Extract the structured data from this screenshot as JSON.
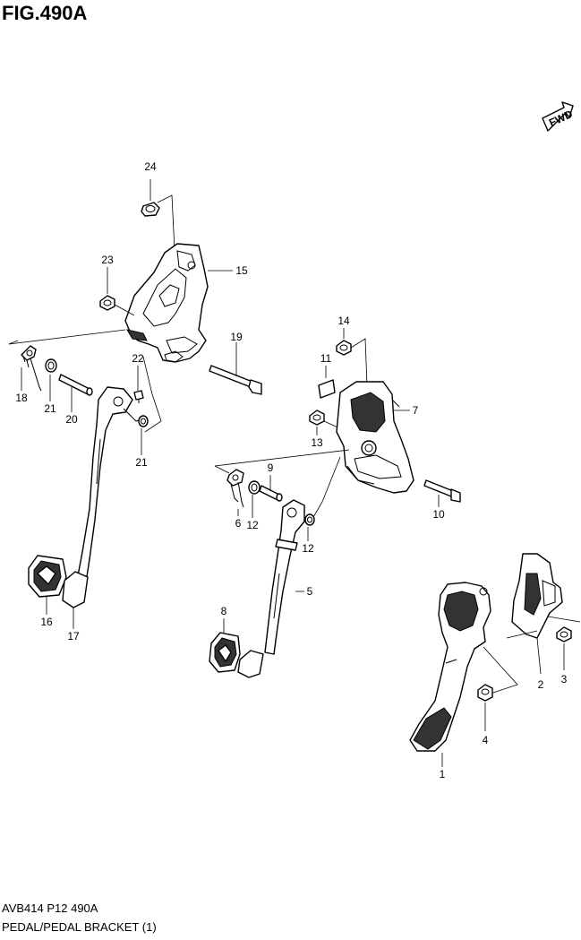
{
  "figure": {
    "title": "FIG.490A",
    "code": "AVB414 P12 490A",
    "name": "PEDAL/PEDAL BRACKET (1)"
  },
  "fwd_badge": "FWD",
  "callouts": [
    "1",
    "2",
    "3",
    "4",
    "5",
    "6",
    "7",
    "8",
    "9",
    "10",
    "11",
    "12",
    "12",
    "13",
    "14",
    "15",
    "16",
    "17",
    "18",
    "19",
    "20",
    "21",
    "21",
    "22",
    "23",
    "24"
  ]
}
